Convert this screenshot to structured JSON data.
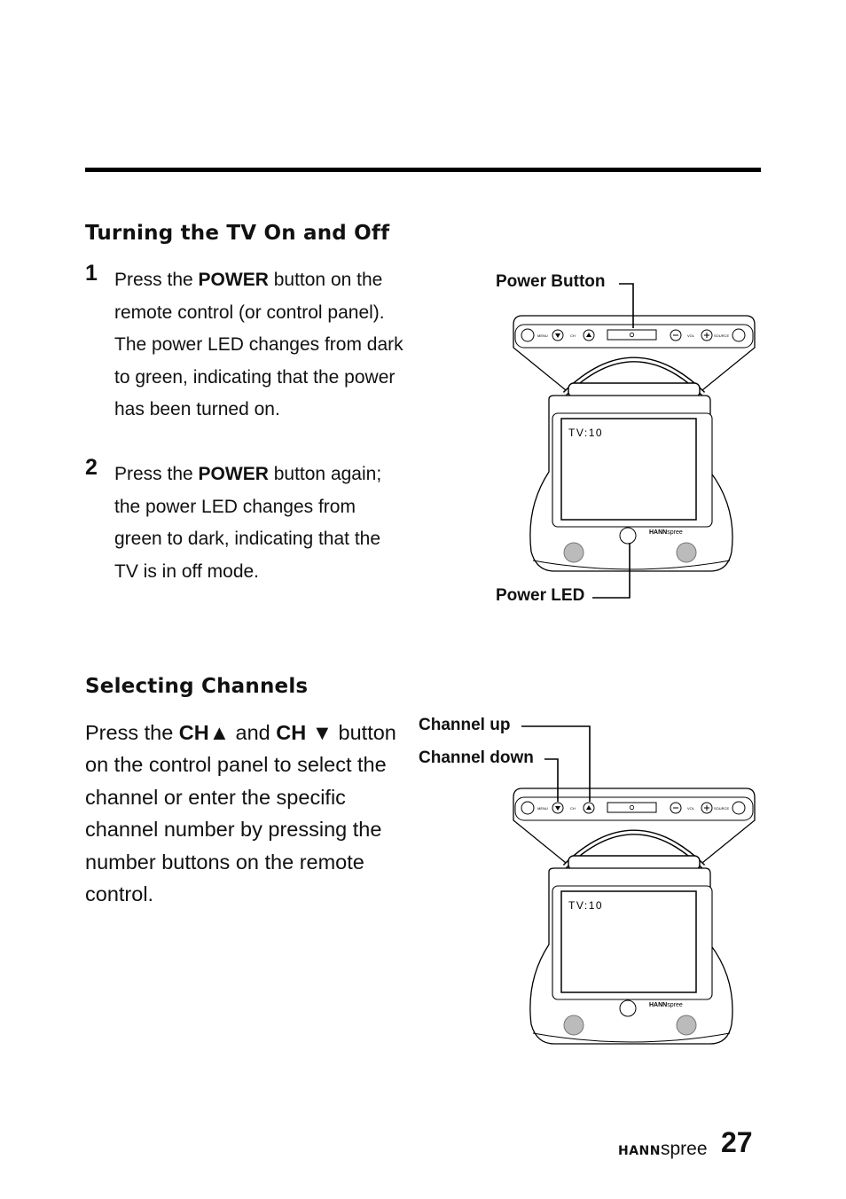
{
  "section1": {
    "heading": "Turning the TV On and Off",
    "steps": [
      {
        "num": "1",
        "pre": "Press the ",
        "bold": "POWER",
        "post": " button on the remote control (or control panel). The power LED changes from dark to green, indicating that the power has been turned on."
      },
      {
        "num": "2",
        "pre": "Press the ",
        "bold": "POWER",
        "post": " button again; the power LED changes from green to dark, indicating that the TV is in off mode."
      }
    ],
    "callouts": {
      "power_button": "Power Button",
      "power_led": "Power LED"
    }
  },
  "section2": {
    "heading": "Selecting Channels",
    "para_pre": "Press the ",
    "ch_up": "CH▲",
    "and": " and ",
    "ch_down": "CH ▼",
    "para_post": " button on the control panel to select the channel or enter the specific channel number by pressing the number buttons on the remote control.",
    "callouts": {
      "channel_up": "Channel up",
      "channel_down": "Channel down"
    }
  },
  "tv": {
    "screen_text": "TV:10",
    "brand_bold": "HANN",
    "brand_light": "spree",
    "panel_labels": {
      "menu": "MENU",
      "ch": "CH",
      "vol": "VOL",
      "source": "SOURCE"
    }
  },
  "footer": {
    "brand_bold": "HANN",
    "brand_light": "spree",
    "page_number": "27"
  }
}
